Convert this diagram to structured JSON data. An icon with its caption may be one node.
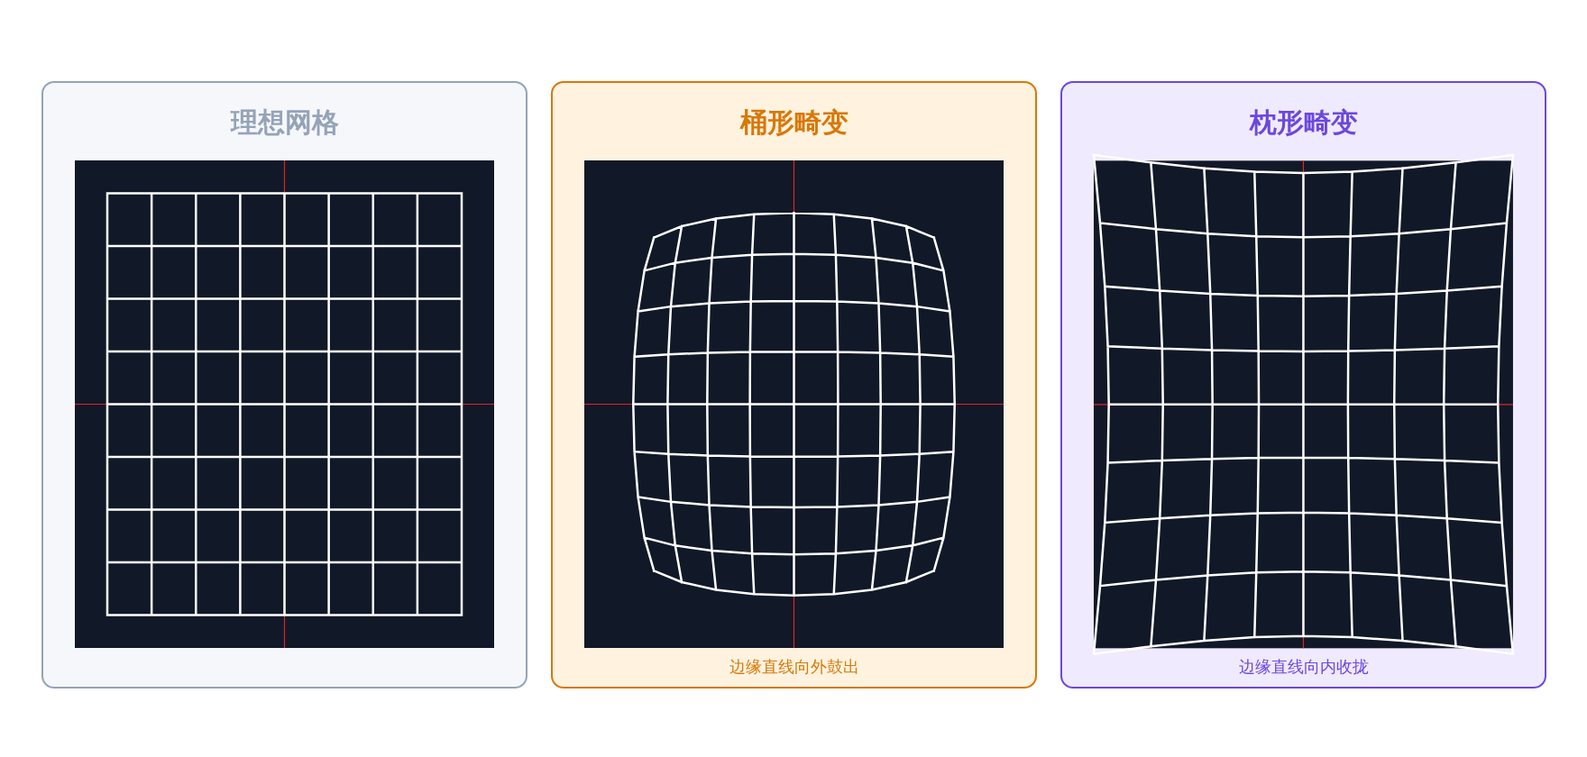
{
  "diagram": {
    "nodes": [
      {
        "text": [
          "理想网格"
        ]
      },
      {
        "text": [
          "桶形畸变",
          "边缘直线向外鼓出"
        ]
      },
      {
        "text": [
          "枕形畸变",
          "边缘直线向内收拢"
        ]
      }
    ]
  }
}
